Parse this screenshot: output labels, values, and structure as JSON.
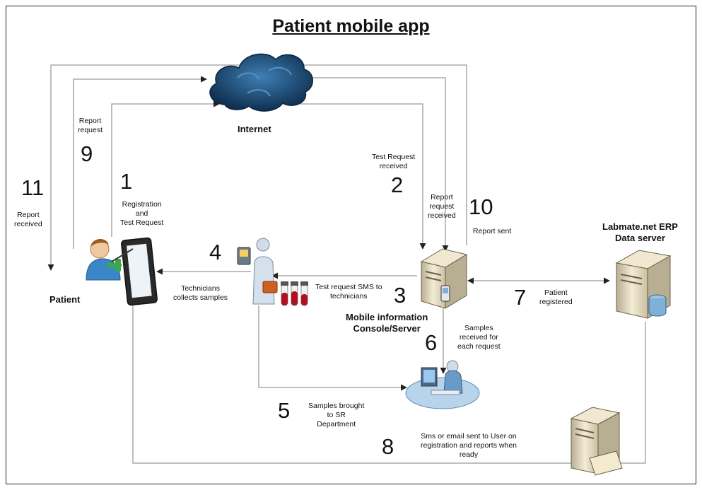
{
  "title": "Patient mobile app",
  "labels": {
    "internet": "Internet",
    "patient": "Patient",
    "mobile_server": "Mobile information\nConsole/Server",
    "erp_server": "Labmate.net ERP\nData server"
  },
  "steps": {
    "s1": {
      "num": "1",
      "text": "Registration\nand\nTest Request"
    },
    "s2": {
      "num": "2",
      "text": "Test Request\nreceived"
    },
    "s3": {
      "num": "3",
      "text": "Test request SMS to\ntechnicians"
    },
    "s4": {
      "num": "4",
      "text": "Technicians\ncollects samples"
    },
    "s5": {
      "num": "5",
      "text": "Samples brought\nto SR\nDepartment"
    },
    "s6": {
      "num": "6",
      "text": "Samples\nreceived for\neach request"
    },
    "s7": {
      "num": "7",
      "text": "Patient\nregistered"
    },
    "s8": {
      "num": "8",
      "text": "Sms or email sent to User on\nregistration and reports when\nready"
    },
    "s9": {
      "num": "9",
      "text": "Report\nrequest"
    },
    "s10": {
      "num": "10",
      "text": "Report\nrequest\nreceived"
    },
    "s10b": {
      "text": "Report sent"
    },
    "s11": {
      "num": "11",
      "text": "Report\nreceived"
    }
  },
  "colors": {
    "line": "#9a9a9a",
    "cloud": "#1d4e7a",
    "server": "#e6dcc0",
    "blood": "#b01020"
  }
}
